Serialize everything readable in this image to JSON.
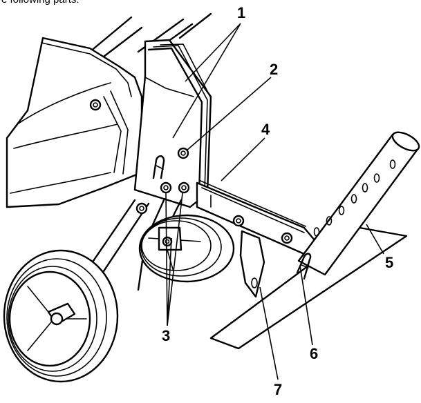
{
  "caption_fragment": "e following parts:",
  "callouts": [
    "1",
    "2",
    "3",
    "4",
    "5",
    "6",
    "7"
  ],
  "colors": {
    "ink": "#000000",
    "paper": "#ffffff"
  }
}
